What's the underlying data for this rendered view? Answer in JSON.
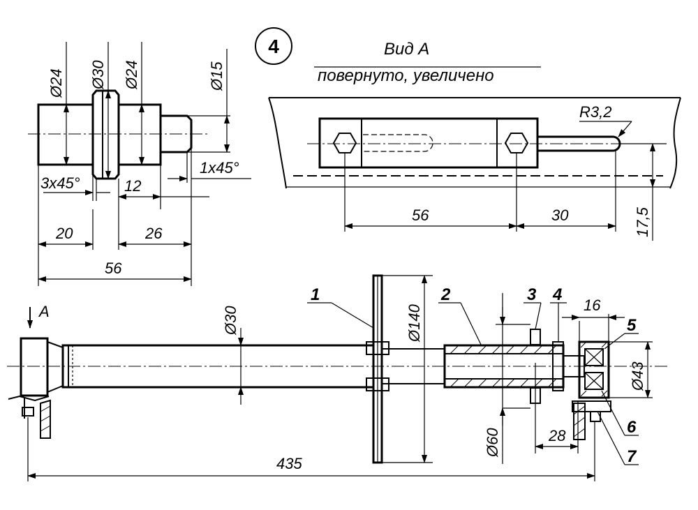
{
  "figure_number": "4",
  "view": {
    "title": "Вид А",
    "subtitle": "повернуто, увеличено",
    "radius": "R3,2",
    "dim_56": "56",
    "dim_30": "30",
    "dim_17_5": "17,5"
  },
  "shaft_detail": {
    "d24_left": "Ø24",
    "d30": "Ø30",
    "d24_right": "Ø24",
    "d15": "Ø15",
    "chamfer_3x45": "3x45°",
    "chamfer_1x45": "1x45°",
    "dim_12": "12",
    "dim_20": "20",
    "dim_26": "26",
    "dim_56": "56"
  },
  "assembly": {
    "arrow_a": "A",
    "d30": "Ø30",
    "d140": "Ø140",
    "d43": "Ø43",
    "d60": "Ø60",
    "dim_16": "16",
    "dim_28": "28",
    "dim_435": "435",
    "parts": [
      "1",
      "2",
      "3",
      "4",
      "5",
      "6",
      "7"
    ]
  }
}
